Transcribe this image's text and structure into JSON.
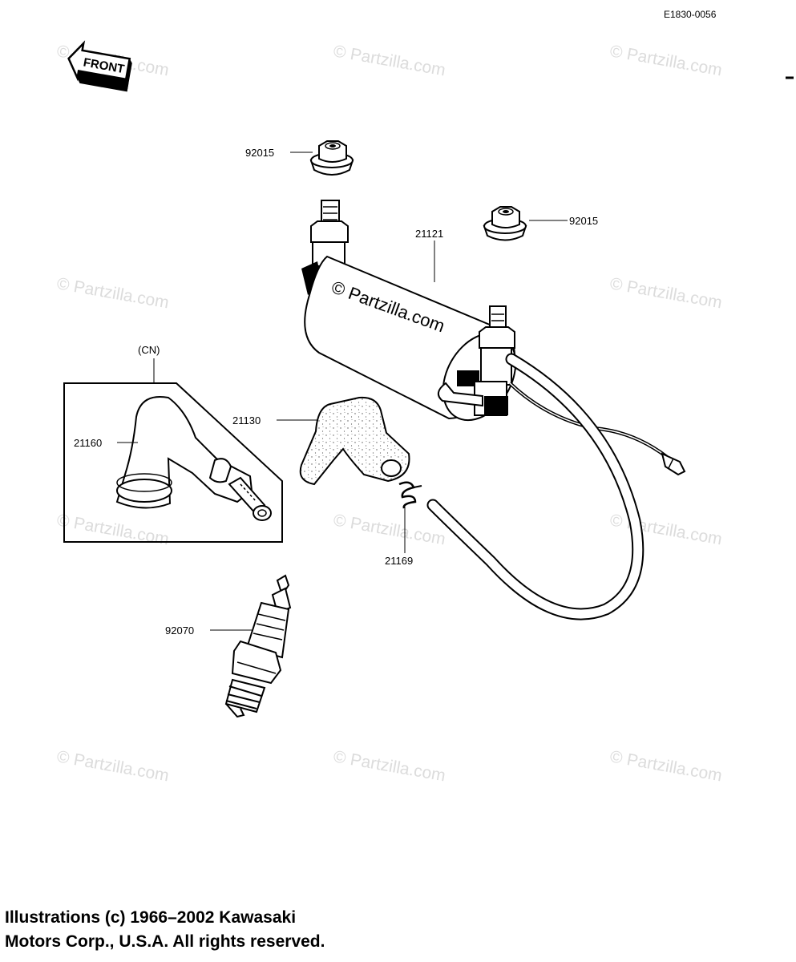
{
  "diagram_code": "E1830-0056",
  "front_arrow_label": "FRONT",
  "watermark": "© Partzilla.com",
  "group_label": "(CN)",
  "parts": {
    "nut_top": "92015",
    "nut_right": "92015",
    "ignition_coil": "21121",
    "cap_plug_cn": "21160",
    "cap_plug": "21130",
    "spring": "21169",
    "spark_plug": "92070"
  },
  "copyright": "Illustrations (c) 1966–2002 Kawasaki\nMotors Corp., U.S.A.  All rights reserved."
}
